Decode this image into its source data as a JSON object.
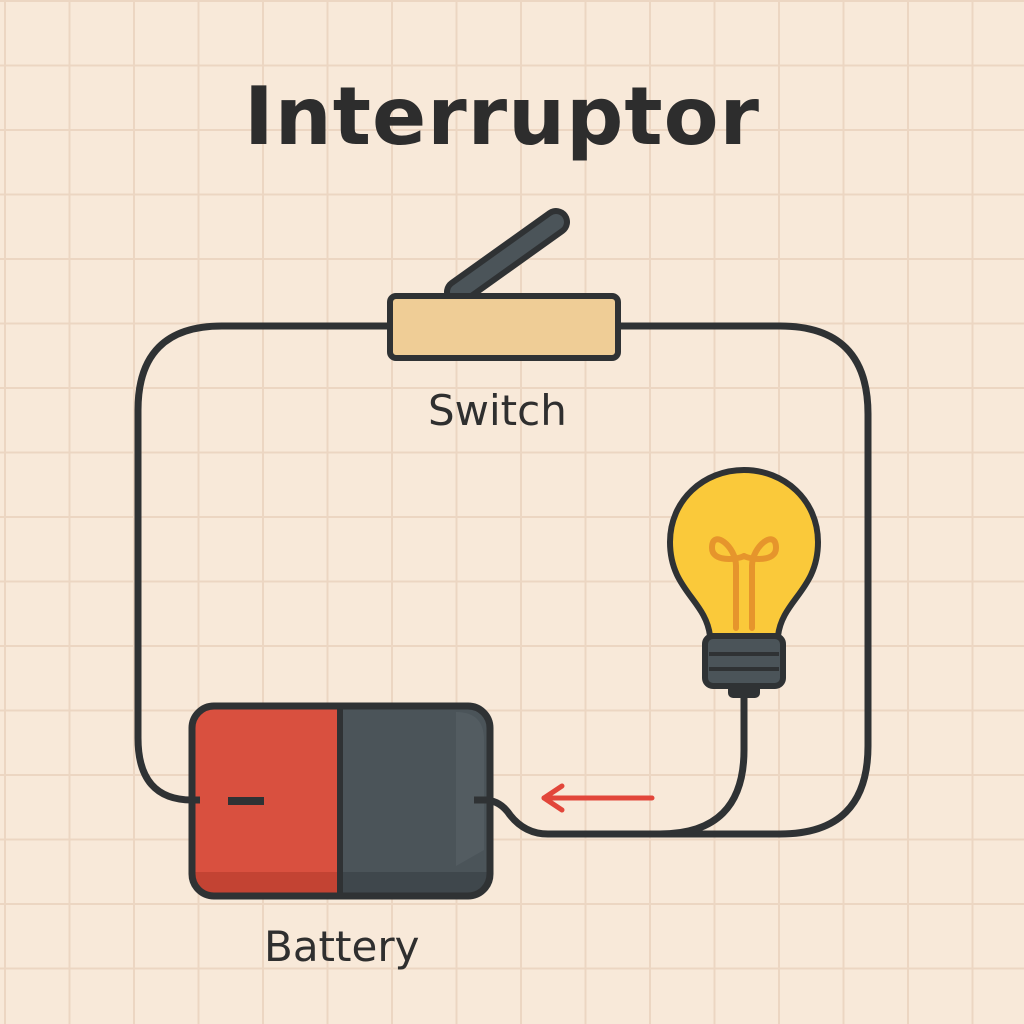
{
  "title": "Interruptor",
  "labels": {
    "switch": "Switch",
    "battery": "Battery"
  },
  "colors": {
    "background": "#f8e9d9",
    "wire": "#2f3234",
    "battery_negative": "#d9503f",
    "battery_body": "#4b5459",
    "switch_base": "#efcd96",
    "bulb_glass": "#fac93a",
    "filament": "#e6952c",
    "current_arrow": "#e2463a"
  },
  "icons": {
    "switch": "knife-switch-icon",
    "bulb": "light-bulb-icon",
    "battery": "battery-icon",
    "arrow": "arrow-left-icon"
  }
}
